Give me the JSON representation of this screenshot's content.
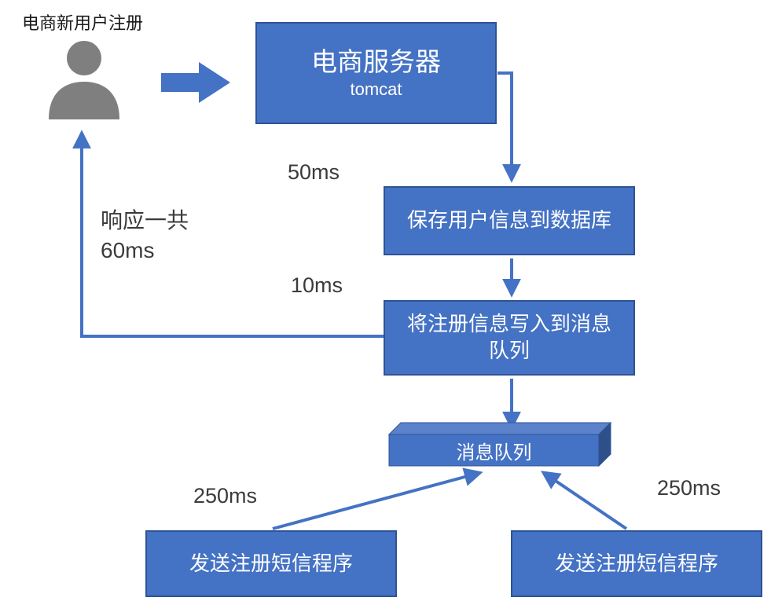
{
  "colors": {
    "box_fill": "#4472C4",
    "box_border": "#2E5395",
    "arrow": "#4472C4",
    "queue_top_face": "#5B82CB",
    "queue_side_face": "#2D4F8A",
    "person_icon": "#7F7F7F",
    "annotation_text": "#3B3B3B",
    "box_text": "#FFFFFF"
  },
  "labels": {
    "title": "电商新用户注册",
    "latency_save": "50ms",
    "latency_write": "10ms",
    "latency_sms_left": "250ms",
    "latency_sms_right": "250ms",
    "response_total": "响应一共\n60ms"
  },
  "boxes": {
    "server": {
      "title": "电商服务器",
      "subtitle": "tomcat"
    },
    "save_db": {
      "label": "保存用户信息到数据库"
    },
    "write_mq": {
      "label": "将注册信息写入到消息\n队列"
    },
    "queue": {
      "label": "消息队列"
    },
    "sms_left": {
      "label": "发送注册短信程序"
    },
    "sms_right": {
      "label": "发送注册短信程序"
    }
  }
}
